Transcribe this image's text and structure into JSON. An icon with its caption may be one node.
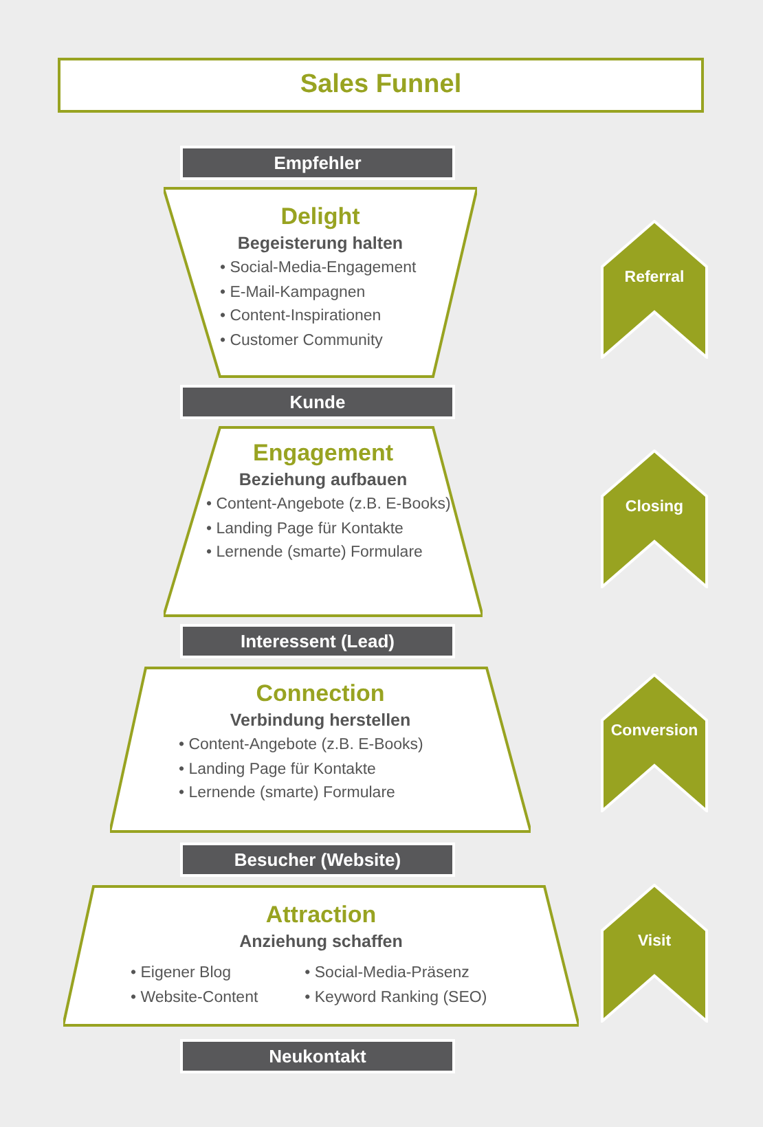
{
  "diagram": {
    "title": "Sales Funnel",
    "nodes": [
      {
        "text": [
          "Empfehler"
        ]
      },
      {
        "text": [
          "Delight",
          "Begeisterung halten",
          "• Social-Media-Engagement",
          "• E-Mail-Kampagnen",
          "• Content-Inspirationen",
          "• Customer Community"
        ]
      },
      {
        "text": [
          "Referral"
        ]
      },
      {
        "text": [
          "Kunde"
        ]
      },
      {
        "text": [
          "Engagement",
          "Beziehung aufbauen",
          "• Content-Angebote (z.B. E-Books)",
          "• Landing Page für Kontakte",
          "• Lernende (smarte) Formulare"
        ]
      },
      {
        "text": [
          "Closing"
        ]
      },
      {
        "text": [
          "Interessent (Lead)"
        ]
      },
      {
        "text": [
          "Connection",
          "Verbindung herstellen",
          "• Content-Angebote (z.B. E-Books)",
          "• Landing Page für Kontakte",
          "• Lernende (smarte) Formulare"
        ]
      },
      {
        "text": [
          "Conversion"
        ]
      },
      {
        "text": [
          "Besucher (Website)"
        ]
      },
      {
        "text": [
          "Attraction",
          "Anziehung schaffen",
          "• Eigener Blog",
          "• Social-Media-Präsenz",
          "• Website-Content",
          "• Keyword Ranking (SEO)"
        ]
      },
      {
        "text": [
          "Visit"
        ]
      },
      {
        "text": [
          "Neukontakt"
        ]
      }
    ]
  }
}
